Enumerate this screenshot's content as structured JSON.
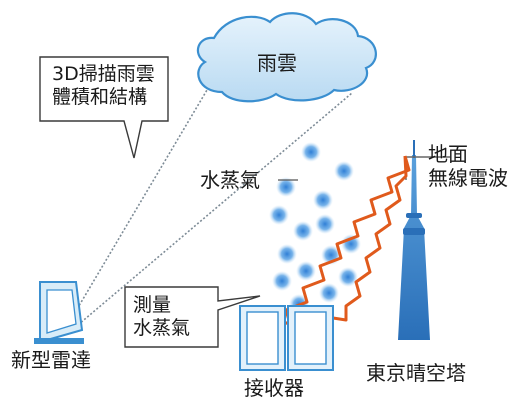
{
  "top_text": "",
  "cloud_label": "雨雲",
  "callout_3d": {
    "line1": "3D掃描雨雲",
    "line2": "體積和結構"
  },
  "vapor_label": "水蒸氣",
  "radio_label": {
    "line1": "地面",
    "line2": "無線電波"
  },
  "measure_callout": {
    "line1": "測量",
    "line2": "水蒸氣"
  },
  "radar_label": "新型雷達",
  "receiver_label": "接收器",
  "tower_label": "東京晴空塔",
  "colors": {
    "cloud_fill": "#cfe7f7",
    "cloud_stroke": "#3a8fd0",
    "droplet": "#3d86d4",
    "wave": "#e05a1c",
    "tower": "#3a7fc6",
    "radar_fill": "#d8ecf8",
    "line": "#7a8a96"
  }
}
